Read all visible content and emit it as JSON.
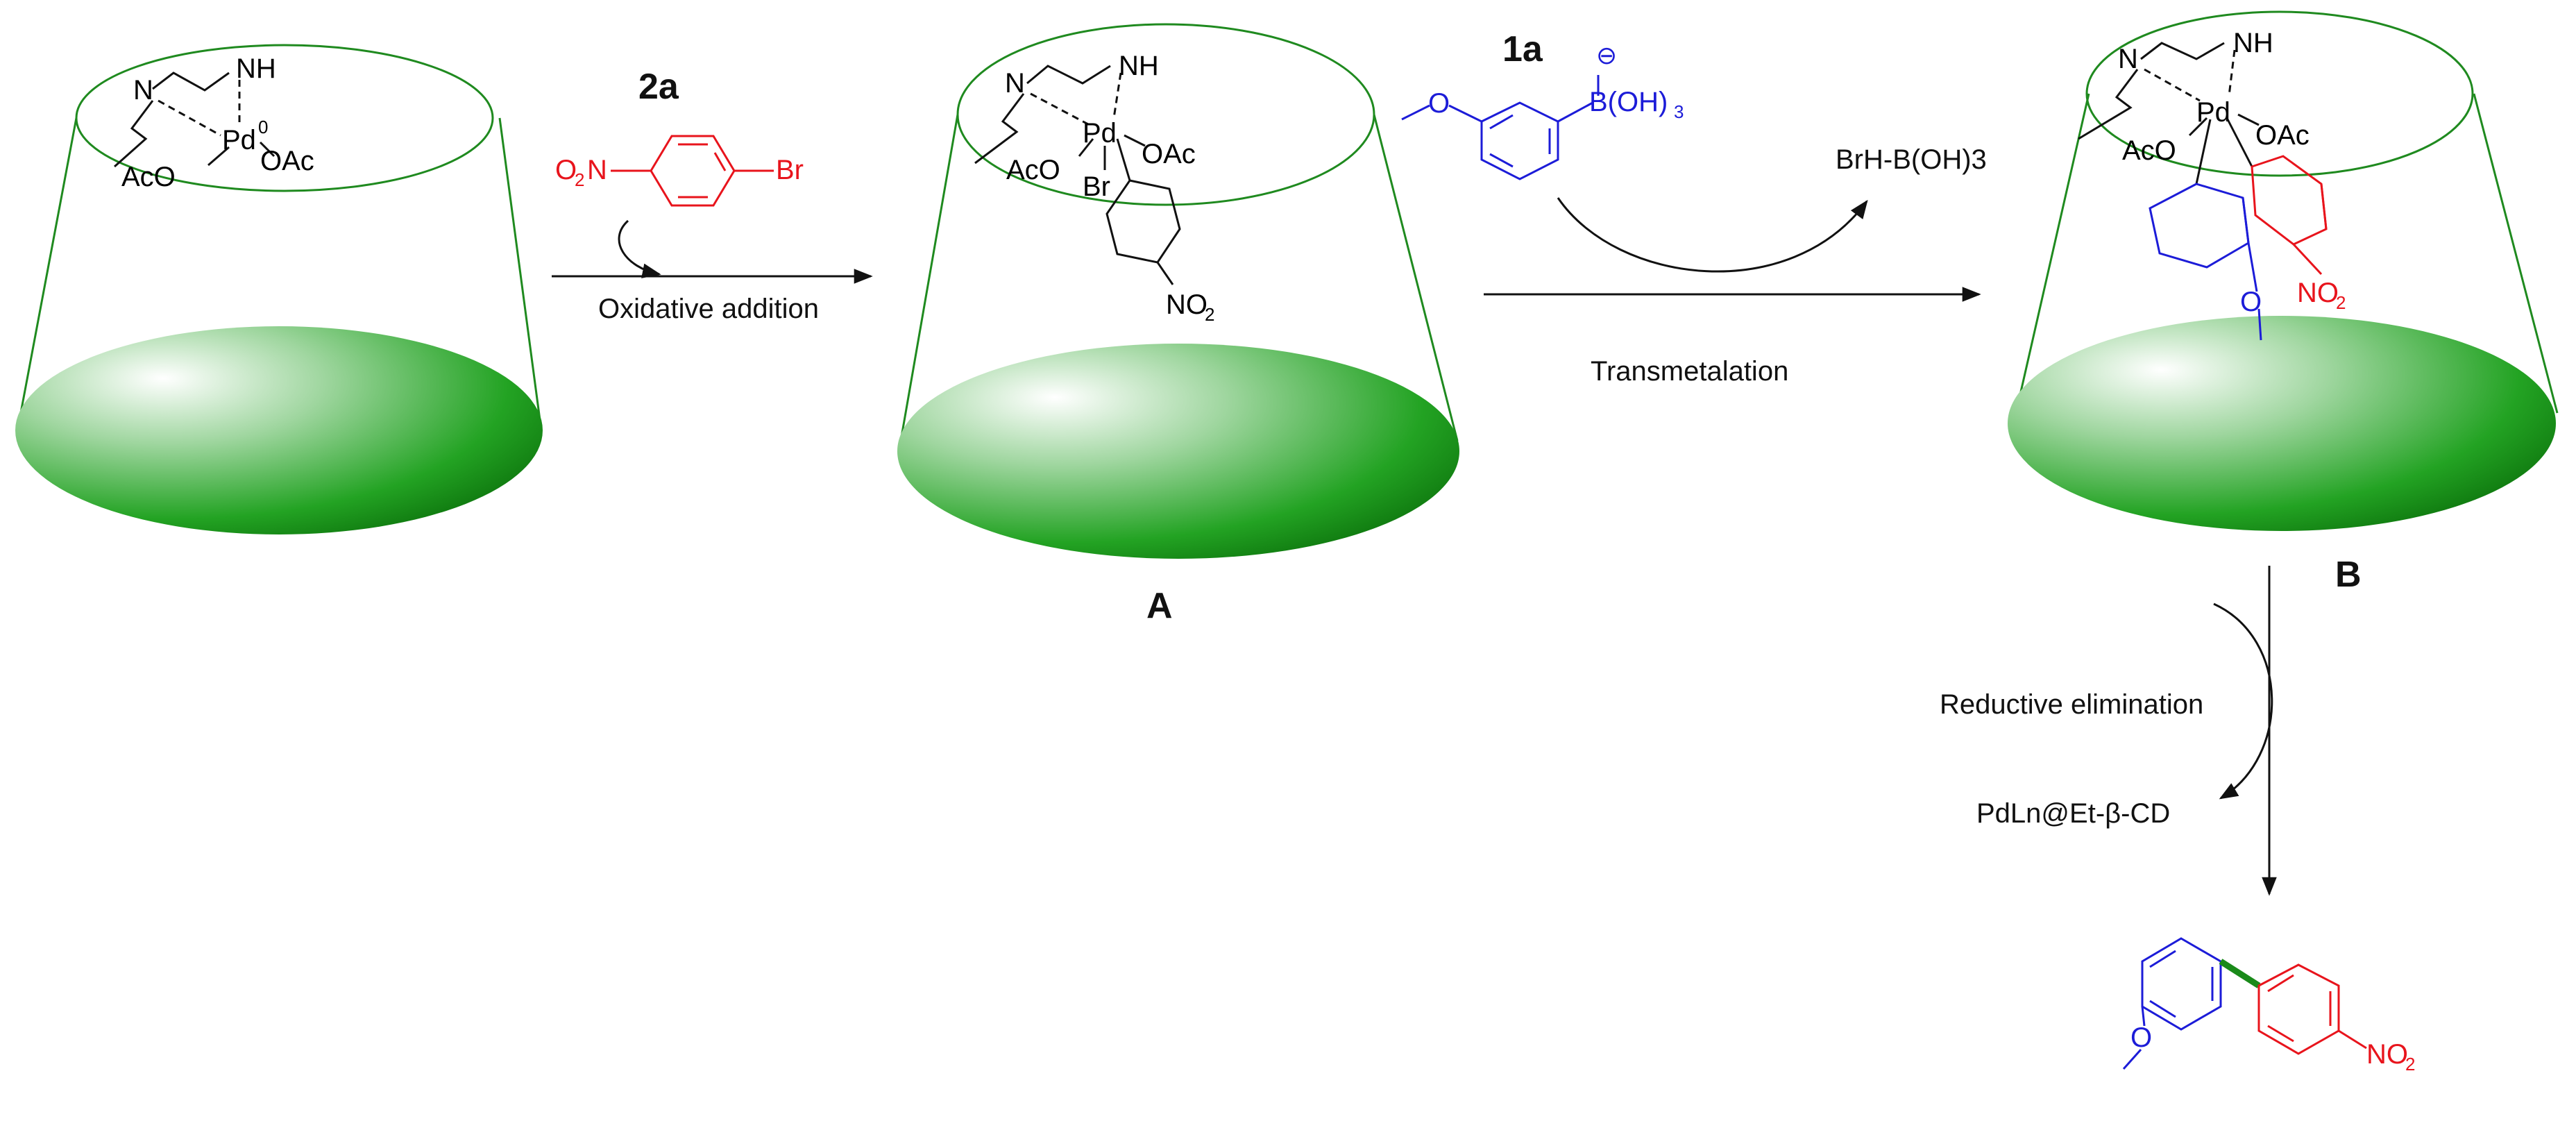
{
  "colors": {
    "cone_outline": "#1f8a1f",
    "ellipse_dark": "#0a7a0a",
    "ellipse_light": "#ffffff",
    "reagent_red": "#e8141c",
    "boronic_blue": "#1c1cd8",
    "bond_green": "#1a8a1a",
    "text": "#111111"
  },
  "reagents": {
    "aryl_bromide_label": "2a",
    "aryl_bromide_no2": "O",
    "aryl_bromide_no2_sub": "2",
    "aryl_bromide_n": "N",
    "aryl_bromide_br": "Br",
    "boronate_label": "1a",
    "boronate_charge": "⊖",
    "boronate_o": "O",
    "boronate_group": "B(OH)",
    "boronate_group_sub": "3"
  },
  "complexes": {
    "pd0": {
      "n": "N",
      "nh": "NH",
      "pd": "Pd",
      "ox": "0",
      "aco": "AcO",
      "oac": "OAc"
    },
    "A": {
      "label": "A",
      "n": "N",
      "nh": "NH",
      "pd": "Pd",
      "aco": "AcO",
      "oac": "OAc",
      "br": "Br",
      "no2": "NO",
      "no2_sub": "2"
    },
    "B": {
      "label": "B",
      "n": "N",
      "nh": "NH",
      "pd": "Pd",
      "aco": "AcO",
      "oac": "OAc",
      "o": "O",
      "no2": "NO",
      "no2_sub": "2"
    }
  },
  "steps": {
    "oxidative": "Oxidative addition",
    "transmetalation": "Transmetalation",
    "byproduct": "BrH-B(OH)3",
    "reductive": "Reductive elimination",
    "catalyst": "PdLn@Et-β-CD"
  },
  "product": {
    "o": "O",
    "no2": "NO",
    "no2_sub": "2"
  }
}
